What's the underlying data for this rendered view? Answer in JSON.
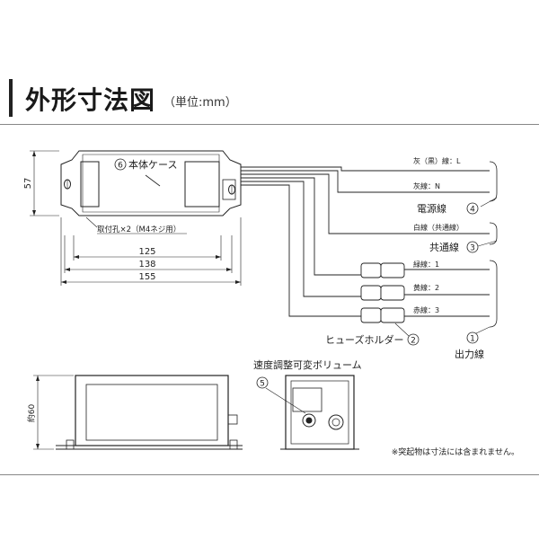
{
  "header": {
    "title": "外形寸法図",
    "unit": "（単位:mm）"
  },
  "callouts": {
    "c1": "1",
    "c2": "2",
    "c3": "3",
    "c4": "4",
    "c5": "5",
    "c6": "6"
  },
  "labels": {
    "case": "本体ケース",
    "mount_hole": "取付孔×2（M4ネジ用）",
    "dim_125": "125",
    "dim_138": "138",
    "dim_155": "155",
    "dim_57": "57",
    "dim_60": "約60",
    "wire_grey_black_L": "灰（黒）線：L",
    "wire_grey_N": "灰線：N",
    "wire_white_common": "白線（共通線）",
    "wire_green_1": "緑線：1",
    "wire_yellow_2": "黄線：2",
    "wire_red_3": "赤線：3",
    "power_line": "電源線",
    "common_line": "共通線",
    "fuse_holder": "ヒューズホルダー",
    "output_line": "出力線",
    "speed_volume": "速度調整可変ボリューム",
    "note": "※突起物は寸法には含まれません。"
  }
}
